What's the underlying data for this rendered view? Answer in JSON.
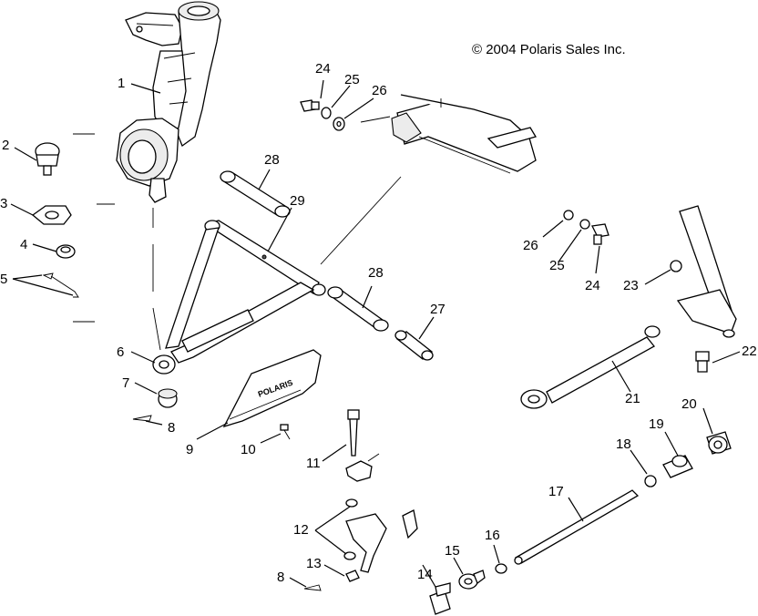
{
  "copyright": "© 2004 Polaris Sales Inc.",
  "plate_lettering": "POLARIS",
  "callouts": {
    "c1": "1",
    "c2": "2",
    "c3": "3",
    "c4": "4",
    "c5": "5",
    "c6": "6",
    "c7": "7",
    "c8a": "8",
    "c8b": "8",
    "c9": "9",
    "c10": "10",
    "c11": "11",
    "c12": "12",
    "c13": "13",
    "c14": "14",
    "c15": "15",
    "c16": "16",
    "c17": "17",
    "c18": "18",
    "c19": "19",
    "c20": "20",
    "c21": "21",
    "c22": "22",
    "c23": "23",
    "c24a": "24",
    "c24b": "24",
    "c25a": "25",
    "c25b": "25",
    "c26a": "26",
    "c26b": "26",
    "c27": "27",
    "c28a": "28",
    "c28b": "28",
    "c29": "29"
  }
}
